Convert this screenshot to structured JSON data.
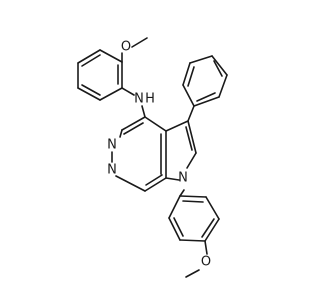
{
  "molecule": {
    "atom_labels": {
      "methoxy_o_top": "O",
      "nh_n": "N",
      "nh_h": "H",
      "n3": "N",
      "n1": "N",
      "n7": "N",
      "methoxy_o_bottom": "O"
    }
  }
}
